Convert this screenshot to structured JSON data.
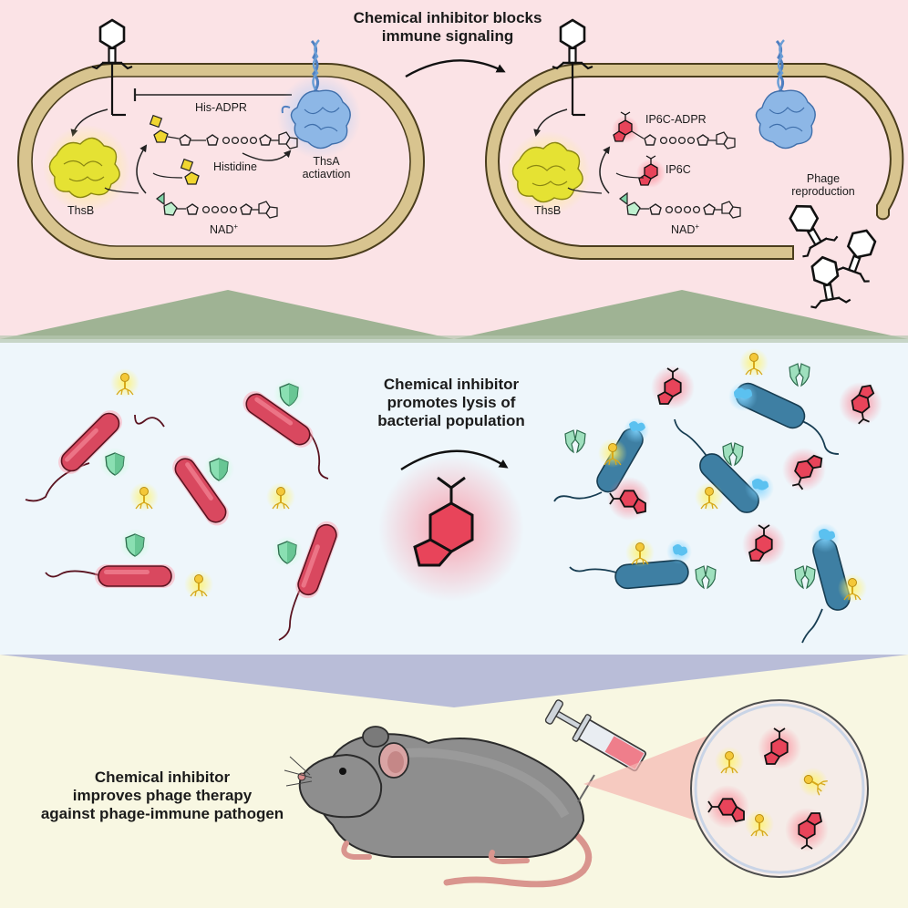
{
  "top_panel": {
    "title_line1": "Chemical inhibitor blocks",
    "title_line2": "immune signaling",
    "left_cell": {
      "his_adpr": "His-ADPR",
      "histidine": "Histidine",
      "thsa_line1": "ThsA",
      "thsa_line2": "actiavtion",
      "thsb": "ThsB",
      "nad": "NAD",
      "nad_sup": "+"
    },
    "right_cell": {
      "ip6c_adpr": "IP6C-ADPR",
      "ip6c": "IP6C",
      "thsb": "ThsB",
      "nad": "NAD",
      "nad_sup": "+",
      "phage_line1": "Phage",
      "phage_line2": "reproduction"
    }
  },
  "middle_panel": {
    "title_line1": "Chemical inhibitor",
    "title_line2": "promotes lysis of",
    "title_line3": "bacterial population"
  },
  "bottom_panel": {
    "title_line1": "Chemical inhibitor",
    "title_line2": "improves phage therapy",
    "title_line3": "against phage-immune pathogen"
  },
  "colors": {
    "top_bg": "#fbe3e6",
    "middle_bg": "#eef6fb",
    "bottom_bg": "#f8f7e2",
    "cell_wall": "#d8c48f",
    "bacteria_red": "#d9485f",
    "bacteria_blue": "#3e7fa3",
    "inhibitor_red": "#e8445a",
    "thsb_yellow": "#e5e233",
    "thsa_blue": "#6a9ed6",
    "shield_green": "#7fd3a6",
    "mouse_gray": "#8e8e8e"
  },
  "icons": [
    "phage-icon",
    "shield-icon",
    "broken-shield-icon",
    "inhibitor-molecule-icon",
    "syringe-icon",
    "mouse-icon"
  ]
}
